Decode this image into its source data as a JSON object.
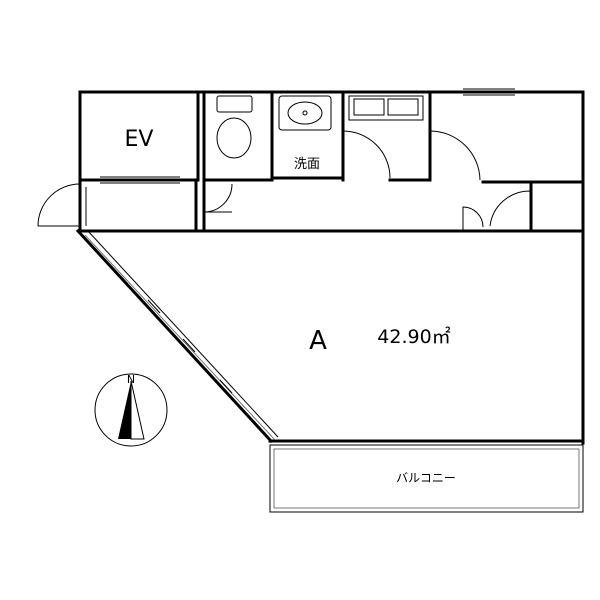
{
  "rooms": {
    "ev": "EV",
    "washroom": "洗面",
    "unit_letter": "A",
    "unit_area": "42.90㎡",
    "balcony": "バルコニー"
  },
  "compass": {
    "north": "N"
  },
  "colors": {
    "wall": "#000000",
    "background": "#ffffff"
  }
}
